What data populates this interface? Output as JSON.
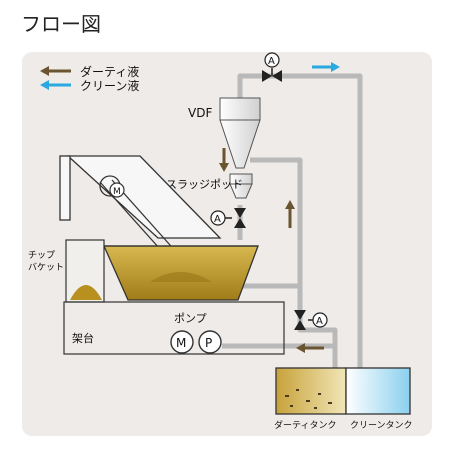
{
  "title": "フロー図",
  "legend": {
    "dirty": "ダーティ液",
    "clean": "クリーン液"
  },
  "labels": {
    "vdf": "VDF",
    "sludge_pot": "スラッジポッド",
    "chip_bucket": "チップ\nバケット",
    "pump": "ポンプ",
    "frame": "架台",
    "motor_symbol": "M",
    "pump_symbol": "P",
    "valve_symbol": "A",
    "dirty_tank": "ダーティタンク",
    "clean_tank": "クリーンタンク"
  },
  "colors": {
    "dirty_arrow": "#6b5530",
    "clean_arrow": "#2aa8e0",
    "dirty_liquid": "#b89020",
    "clean_liquid": "#a8dcf0",
    "pipe": "#b9b9b9"
  }
}
